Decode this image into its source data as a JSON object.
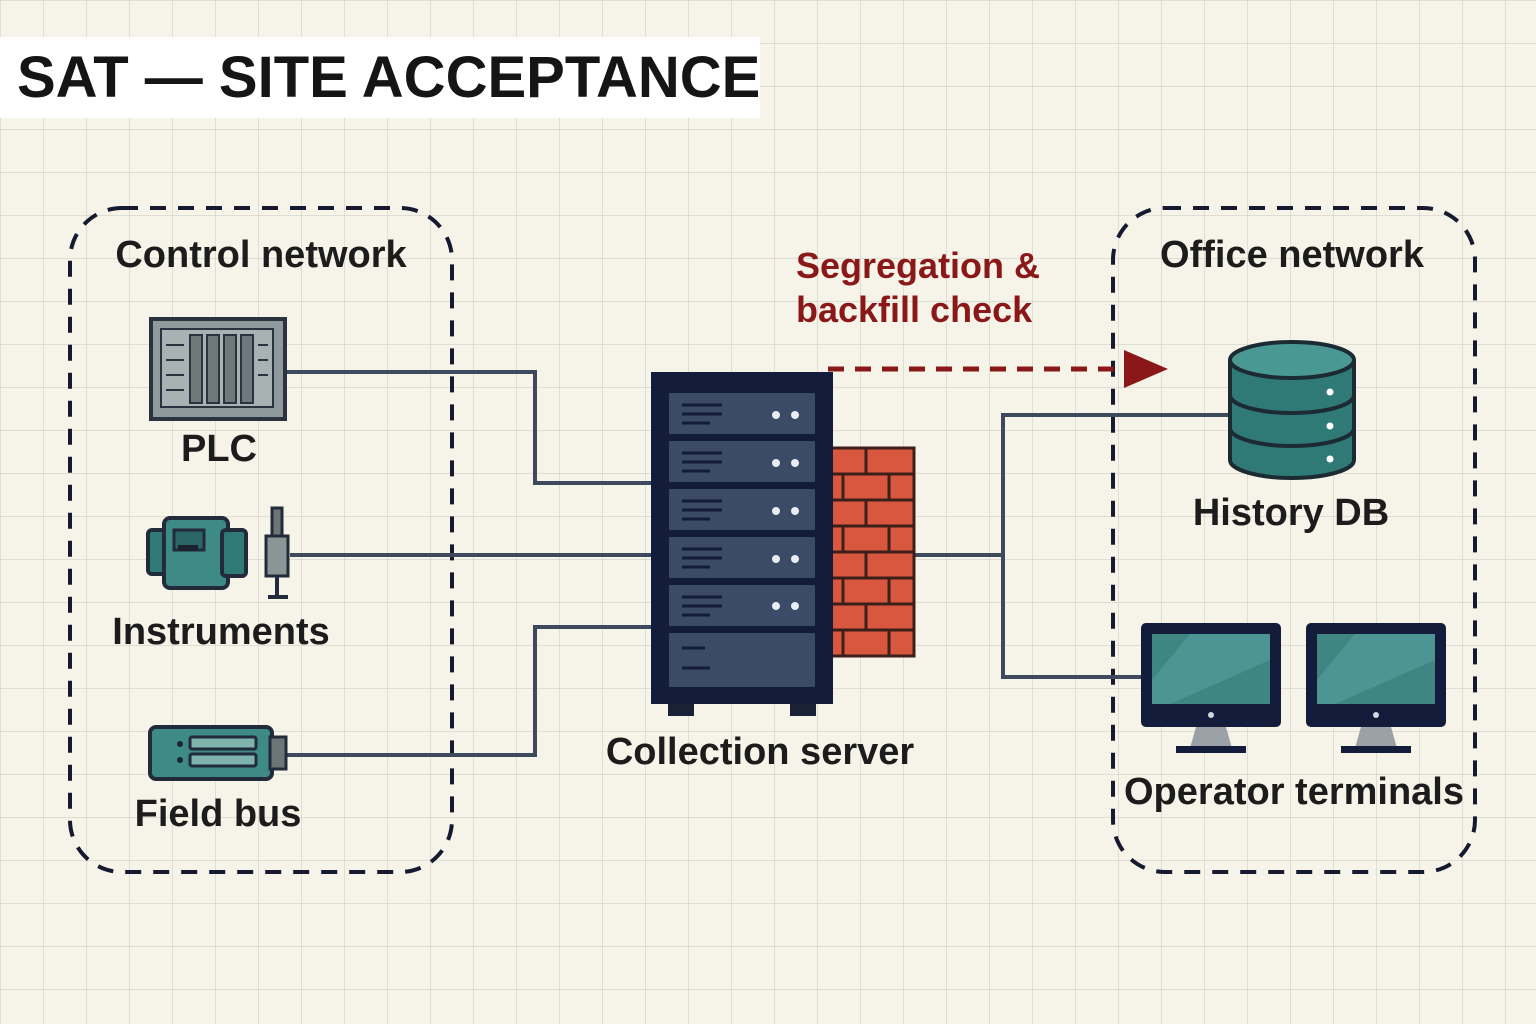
{
  "header": {
    "title": "SAT — SITE ACCEPTANCE"
  },
  "zones": {
    "control": {
      "label": "Control network"
    },
    "office": {
      "label": "Office network"
    }
  },
  "nodes": {
    "plc": {
      "label": "PLC",
      "icon": "plc-icon"
    },
    "instruments": {
      "label": "Instruments",
      "icon": "instruments-icon"
    },
    "field_bus": {
      "label": "Field bus",
      "icon": "field-bus-icon"
    },
    "collection_server": {
      "label": "Collection server",
      "icon": "server-rack-icon"
    },
    "firewall": {
      "icon": "firewall-icon"
    },
    "history_db": {
      "label": "History DB",
      "icon": "database-icon"
    },
    "operator_terminals": {
      "label": "Operator terminals",
      "icon": "monitor-icon"
    }
  },
  "annotation": {
    "line1": "Segregation &",
    "line2": "backfill check"
  },
  "colors": {
    "navy": "#141c3c",
    "line": "#3d4a5e",
    "accent_red": "#8a1818",
    "brick": "#d9573f",
    "teal": "#2f7a77",
    "background": "#f6f4e8"
  }
}
